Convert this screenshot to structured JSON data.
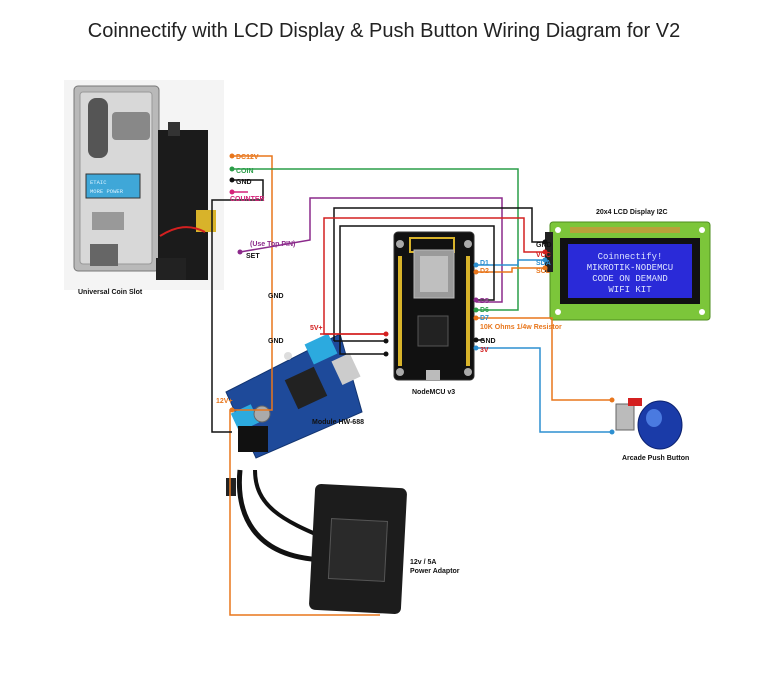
{
  "title": "Coinnectify with LCD Display & Push Button Wiring Diagram for V2",
  "coin_slot": {
    "caption": "Universal Coin Slot",
    "screen_text_1": "ETAIC",
    "screen_text_2": "MORE POWER",
    "pins": [
      "DC12V",
      "COIN",
      "GND",
      "COUNTER"
    ]
  },
  "set_pin": {
    "label": "SET",
    "note": "(Use Top PIN)"
  },
  "gnd_labels": [
    "GND",
    "GND"
  ],
  "module": {
    "caption": "Module HW-688",
    "in_label": "12V+",
    "out_label": "5V+"
  },
  "nodemcu": {
    "caption": "NodeMCU v3",
    "right_pins_top": [
      "D1",
      "D2"
    ],
    "right_pins_bottom": [
      "D5",
      "D6",
      "D7"
    ],
    "resistor_note": "10K Ohms 1/4w Resistor",
    "gnd": "GND",
    "v3": "3V"
  },
  "lcd": {
    "caption": "20x4 LCD Display I2C",
    "pins": [
      "GND",
      "VCC",
      "SDA",
      "SCL"
    ],
    "lines": [
      "Coinnectify!",
      "MIKROTIK-NODEMCU",
      "CODE ON DEMAND",
      "WIFI KIT"
    ]
  },
  "button": {
    "caption": "Arcade Push Button"
  },
  "adaptor": {
    "caption_1": "12v / 5A",
    "caption_2": "Power Adaptor"
  },
  "colors": {
    "orange": "#e8761c",
    "green": "#2a9d48",
    "black": "#111111",
    "pink": "#d4247a",
    "purple": "#8b2a8b",
    "blue": "#2d8fd0",
    "red": "#d42020",
    "lcd_blue": "#2a2ad8",
    "lcd_green": "#7cc63a",
    "pcb_blue": "#1e4a9a"
  }
}
